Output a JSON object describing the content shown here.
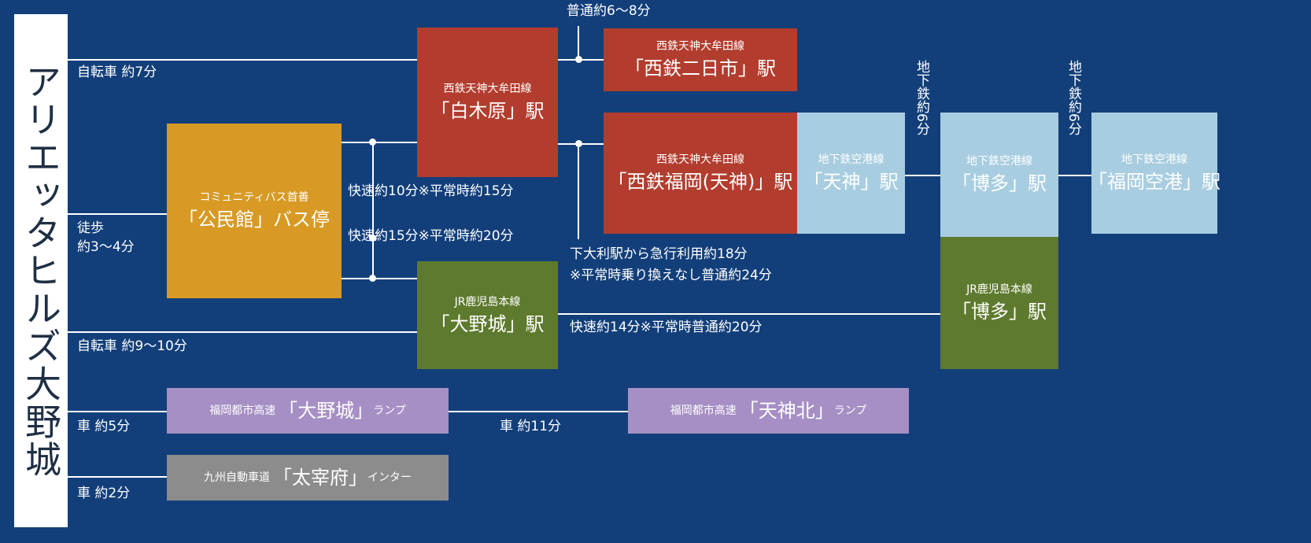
{
  "origin": {
    "name": "アリエッタヒルズ大野城"
  },
  "colors": {
    "background": "#123f7a",
    "nishitetsu": "#b23d2e",
    "subway": "#a8cde0",
    "jr": "#5e7a2e",
    "bus": "#d89a25",
    "expressway": "#a68fc4",
    "kyushu_expressway": "#8c8c8c"
  },
  "stations": {
    "shirakibaru": {
      "line": "西鉄天神大牟田線",
      "name": "「白木原」駅"
    },
    "futsukaichi": {
      "line": "西鉄天神大牟田線",
      "name": "「西鉄二日市」駅"
    },
    "fukuoka_tenjin": {
      "line": "西鉄天神大牟田線",
      "name": "「西鉄福岡(天神)」駅"
    },
    "tenjin_subway": {
      "line": "地下鉄空港線",
      "name": "「天神」駅"
    },
    "hakata_subway": {
      "line": "地下鉄空港線",
      "name": "「博多」駅"
    },
    "airport_subway": {
      "line": "地下鉄空港線",
      "name": "「福岡空港」駅"
    },
    "onojo_jr": {
      "line": "JR鹿児島本線",
      "name": "「大野城」駅"
    },
    "hakata_jr": {
      "line": "JR鹿児島本線",
      "name": "「博多」駅"
    },
    "bus_stop": {
      "line": "コミュニティバス首善",
      "name": "「公民館」バス停"
    },
    "onojo_ramp": {
      "line": "福岡都市高速",
      "name": "「大野城」",
      "suffix": "ランプ"
    },
    "tenjinkita_ramp": {
      "line": "福岡都市高速",
      "name": "「天神北」",
      "suffix": "ランプ"
    },
    "dazaifu_ic": {
      "line": "九州自動車道",
      "name": "「太宰府」",
      "suffix": "インター"
    }
  },
  "labels": {
    "bike_7": "自転車 約7分",
    "walk_a": "徒歩",
    "walk_b": "約3～4分",
    "bike_9_10": "自転車 約9～10分",
    "car_5": "車 約5分",
    "car_2": "車 約2分",
    "car_11": "車 約11分",
    "futsu_6_8": "普通約6～8分",
    "rapid_10": "快速約10分※平常時約15分",
    "rapid_15": "快速約15分※平常時約20分",
    "shimoori_a": "下大利駅から急行利用約18分",
    "shimoori_b": "※平常時乗り換えなし普通約24分",
    "jr_rapid_14": "快速約14分※平常時普通約20分",
    "subway_6_a": "地下鉄約6分",
    "subway_6_b": "地下鉄約6分"
  }
}
